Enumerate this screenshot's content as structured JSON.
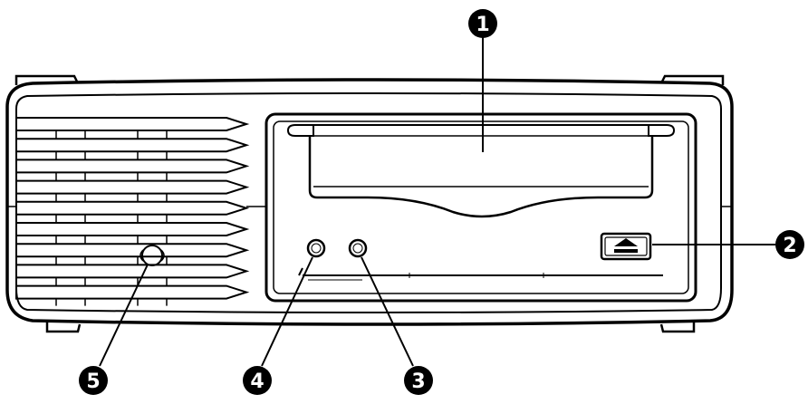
{
  "callouts": [
    {
      "label": "1",
      "part": "tape-slot"
    },
    {
      "label": "2",
      "part": "eject-button"
    },
    {
      "label": "3",
      "part": "drive-led"
    },
    {
      "label": "4",
      "part": "ready-led"
    },
    {
      "label": "5",
      "part": "power-led"
    }
  ],
  "colors": {
    "ink": "#000000",
    "paper": "#ffffff",
    "panel": "#f7f7f7"
  }
}
